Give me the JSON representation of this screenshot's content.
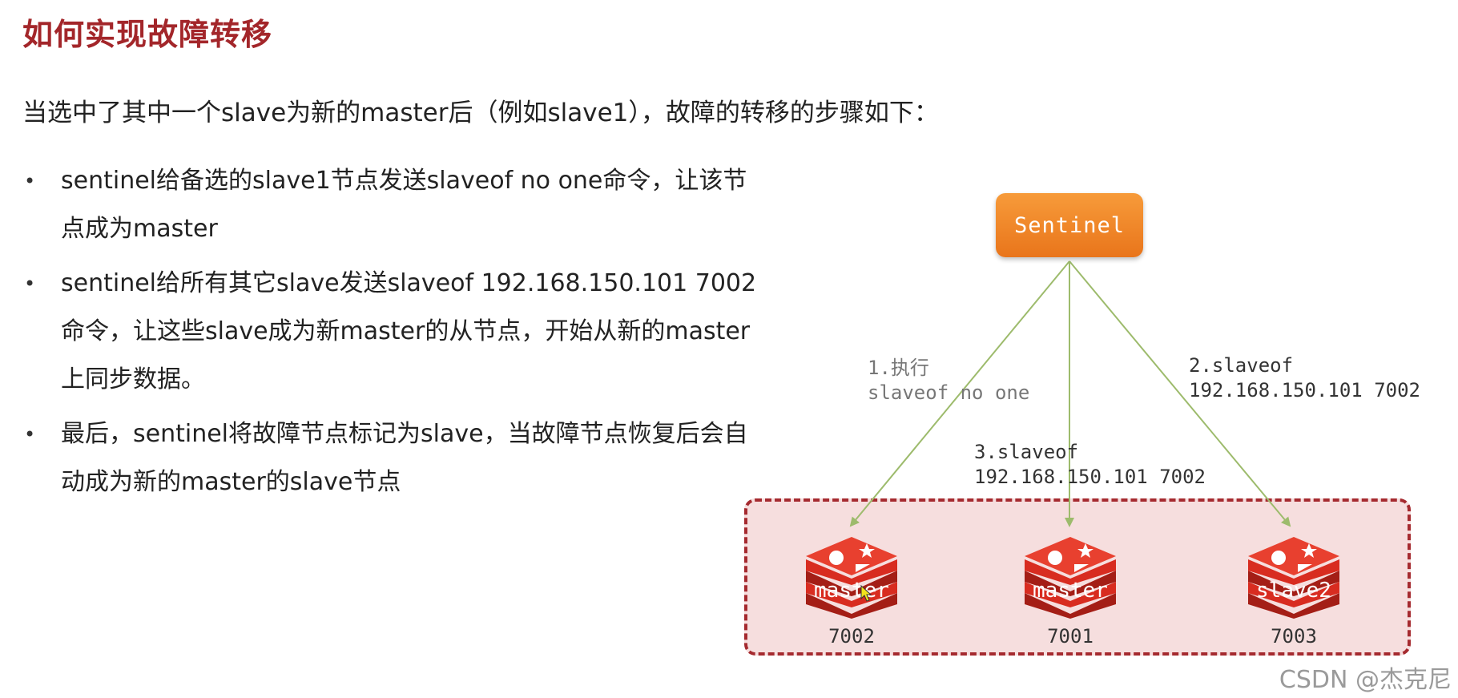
{
  "title": "如何实现故障转移",
  "intro": "当选中了其中一个slave为新的master后（例如slave1），故障的转移的步骤如下：",
  "steps": [
    {
      "bullet": "•",
      "lines": [
        "sentinel给备选的slave1节点发送slaveof no one命令，让该节",
        "点成为master"
      ]
    },
    {
      "bullet": "•",
      "lines": [
        "sentinel给所有其它slave发送slaveof 192.168.150.101 7002",
        "命令，让这些slave成为新master的从节点，开始从新的master",
        "上同步数据。"
      ]
    },
    {
      "bullet": "•",
      "lines": [
        "最后，sentinel将故障节点标记为slave，当故障节点恢复后会自",
        "动成为新的master的slave节点"
      ]
    }
  ],
  "diagram": {
    "sentinel_label": "Sentinel",
    "arrow_labels": {
      "a1": [
        "1.执行",
        "slaveof no one"
      ],
      "a2": [
        "2.slaveof",
        "192.168.150.101 7002"
      ],
      "a3": [
        "3.slaveof",
        "192.168.150.101 7002"
      ]
    },
    "nodes": [
      {
        "name": "master",
        "port": "7002"
      },
      {
        "name": "master",
        "port": "7001"
      },
      {
        "name": "slave2",
        "port": "7003"
      }
    ],
    "colors": {
      "sentinel": "#f08a2a",
      "cluster_border": "#a52a2f",
      "cluster_fill": "#f6dede",
      "arrow": "#9dbb6c",
      "redis": "#d82c20"
    }
  },
  "watermark": "CSDN @杰克尼"
}
